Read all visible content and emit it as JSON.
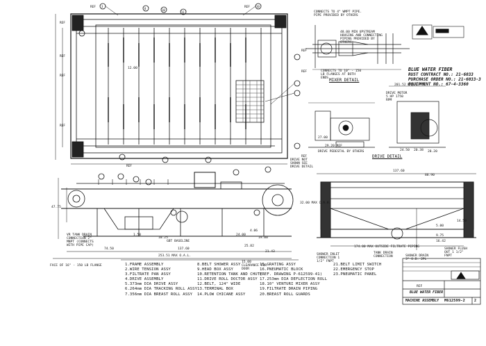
{
  "customer": {
    "name": "BLUE WATER FIBER",
    "contract": "RUST CONTRACT NO.: 21-6033",
    "purchase_order": "PURCHASE ORDER NO.: 21-6033-3",
    "equipment": "EQUIPMENT NO.: 67-4-3360"
  },
  "detail_titles": {
    "mixer": "MIXER DETAIL",
    "drive": "DRIVE DETAIL"
  },
  "notes": {
    "connects_top": "CONNECTS TO 4\" WMPT PIPE. PIPE PROVIDED BY OTHERS",
    "connects_bottom": "CONNECTS TO 10\" - 150 LB FLANGES AT BOTH ENDS",
    "mixer_piping": "48.00 MIN UPSTREAM HOUSING AND CONNECTING PIPING PROVIDED BY OTHERS",
    "drive_not_shown": "DRIVE NOT SHOWN SEE DRIVE DETAIL",
    "drive_motor": "DRIVE MOTOR 5 HP 1750 RPM",
    "drive_pedestal": "DRIVE PEDESTAL BY OTHERS",
    "face_flange": "FACE OF 16\" - 150 LB FLANGE",
    "filtrate_pan": "174.00 MAX OUTSIDE FILTRATE PIPING",
    "shower_flush": "SHOWER FLUSH OUT 1 1/2\" FNPT",
    "shower_drain": "SHOWER DRAIN 3\" O.D. 2PL",
    "tank_drain": "TANK DRAIN CONNECTION",
    "shower_inlet": "SHOWER INLET CONNECTION 1 1/2\" FNPT",
    "clearance": "15.00 CLEARANCE FOR DOOR",
    "tank_connection": "VR TANK DRAIN CONNECTION 2\" MNPT (CONNECTS WITH PIPE CAP)",
    "baseline": "GBT BASELINE"
  },
  "dimensions": {
    "max_oal": "201.52 MAX O.A.W.",
    "d_253": "253.51 MAX O.A.L.",
    "d_137": "137.60",
    "d_74": "74.50",
    "d_12": "12.00",
    "d_28": "28.20",
    "d_24": "24.50",
    "d_29": "29.20 REF",
    "d_20": "20.38",
    "d_27": "27.00",
    "d_88": "88.90",
    "d_25": "25.82",
    "d_21": "21.43",
    "d_14": "14.50",
    "d_5": "5.00",
    "d_9": "9.75",
    "d_16": "16.42",
    "d_1": "1.50",
    "d_10": "10.25",
    "d_24b": "24.00",
    "d_47": "47.75",
    "d_19": "19.00",
    "d_4": "4.06",
    "d_137b": "137.60",
    "d_32": "32.00 MAX O.A.H."
  },
  "legend_col1": [
    "1.FRAME ASSEMBLY",
    "2.WIRE TENSION ASSY",
    "3.FILTRATE PAN ASSY",
    "4.DRIVE ASSEMBLY",
    "5.373mm DIA DRIVE ASSY",
    "6.264mm DIA TRACKING ROLL ASSY",
    "7.356mm DIA BREAST ROLL ASSY"
  ],
  "legend_col2": [
    "8.BELT SHOWER ASSY",
    "9.HEAD BOX ASSY",
    "10.RETENTION TANK AND CHUTE",
    "11.DRIVE ROLL DOCTOR ASSY",
    "12.BELT, 124\" WIDE",
    "13.TERMINAL BOX",
    "14.PLOW CHICANE ASSY"
  ],
  "legend_col3": [
    "15.GRATING ASSY",
    "16.PNEUMATIC BLOCK",
    "(REF. DRAWING P-612599-41)",
    "17.253mm DIA DEFLECTION ROLL",
    "18.10\" VENTURI MIXER ASSY",
    "19.FILTRATE DRAIN PIPING",
    "20.BREAST ROLL GUARDS"
  ],
  "legend_col4": [
    "21.BELT LIMIT SWITCH",
    "22.EMERGENCY STOP",
    "23.PNEUMATIC PANEL"
  ],
  "title_block": {
    "project": "BLUE WATER FIBER",
    "drawing_title": "MACHINE ASSEMBLY",
    "drawing_number": "M612599-2",
    "sheet": "2",
    "ref": "REF"
  }
}
